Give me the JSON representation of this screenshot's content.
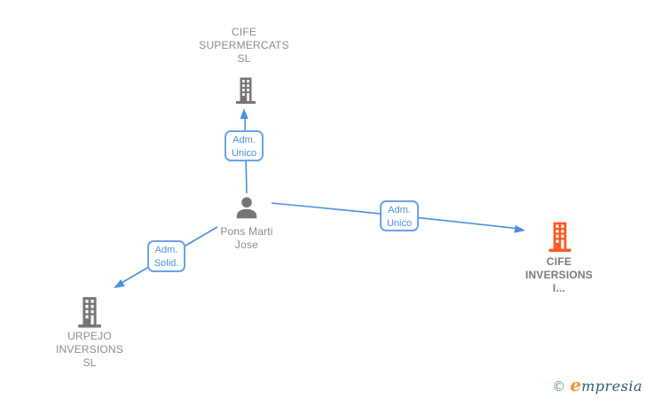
{
  "diagram": {
    "nodes": {
      "top_company": {
        "line1": "CIFE",
        "line2": "SUPERMERCATS",
        "line3": "SL",
        "icon": "building",
        "color": "gray"
      },
      "person": {
        "line1": "Pons Marti",
        "line2": "Jose",
        "icon": "person",
        "color": "gray"
      },
      "right_company": {
        "line1": "CIFE",
        "line2": "INVERSIONS",
        "line3": "I...",
        "icon": "building",
        "color": "orange",
        "highlighted": true
      },
      "bottom_left_company": {
        "line1": "URPEJO",
        "line2": "INVERSIONS",
        "line3": "SL",
        "icon": "building",
        "color": "gray"
      }
    },
    "edge_labels": {
      "to_top": {
        "line1": "Adm.",
        "line2": "Unico"
      },
      "to_right": {
        "line1": "Adm.",
        "line2": "Unico"
      },
      "to_bottom_left": {
        "line1": "Adm.",
        "line2": "Solid."
      }
    }
  },
  "watermark": {
    "copyright": "©",
    "brand_initial": "e",
    "brand_rest": "mpresia"
  },
  "theme": {
    "edge-blue": "#4a90e2",
    "chip-border": "#6aa2ec",
    "icon-gray": "#757575",
    "icon-orange": "#ff5722",
    "label-gray": "#8c8c8c",
    "label-dark": "#7a7a7a",
    "logo-teal": "#2e5f6e",
    "logo-orange": "#f0923d",
    "logo-copyright": "#6e96a3"
  }
}
